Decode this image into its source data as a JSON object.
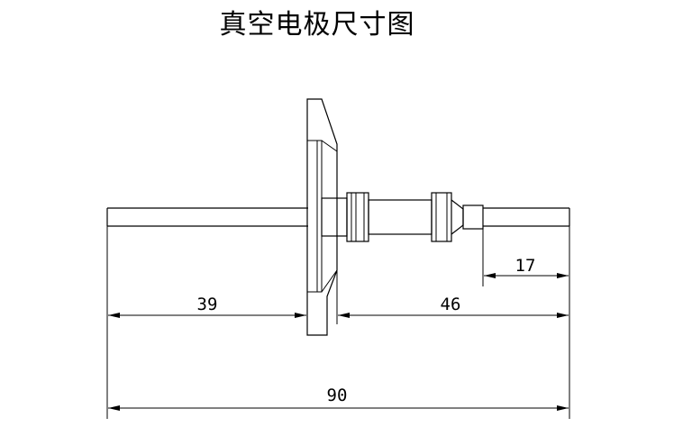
{
  "title": "真空电极尺寸图",
  "dimensions": {
    "left_length": "39",
    "right_length": "46",
    "tip_length": "17",
    "total_length": "90"
  }
}
